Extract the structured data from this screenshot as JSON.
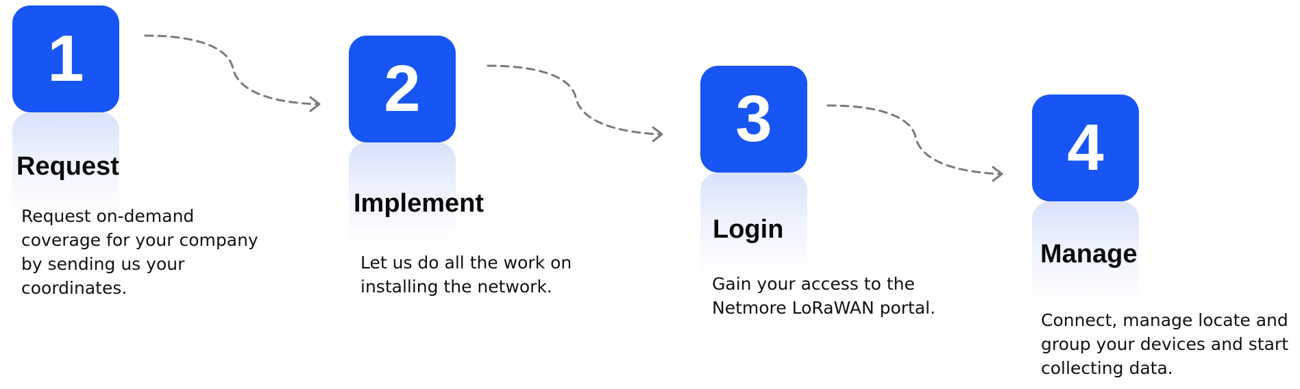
{
  "steps": [
    {
      "number": "1",
      "title": "Request",
      "description_lines": [
        "Request on-demand",
        "coverage for your company",
        "by sending us your",
        "coordinates."
      ]
    },
    {
      "number": "2",
      "title": "Implement",
      "description_lines": [
        "Let us do all the work on",
        "installing the network."
      ]
    },
    {
      "number": "3",
      "title": "Login",
      "description_lines": [
        "Gain your access to the",
        "Netmore LoRaWAN portal."
      ]
    },
    {
      "number": "4",
      "title": "Manage",
      "description_lines": [
        "Connect, manage locate and",
        "group your devices and start",
        "collecting data."
      ]
    }
  ],
  "colors": {
    "badge": "#1755f4",
    "badge_text": "#ffffff",
    "arrow": "#7a7a7a",
    "text": "#111111"
  }
}
